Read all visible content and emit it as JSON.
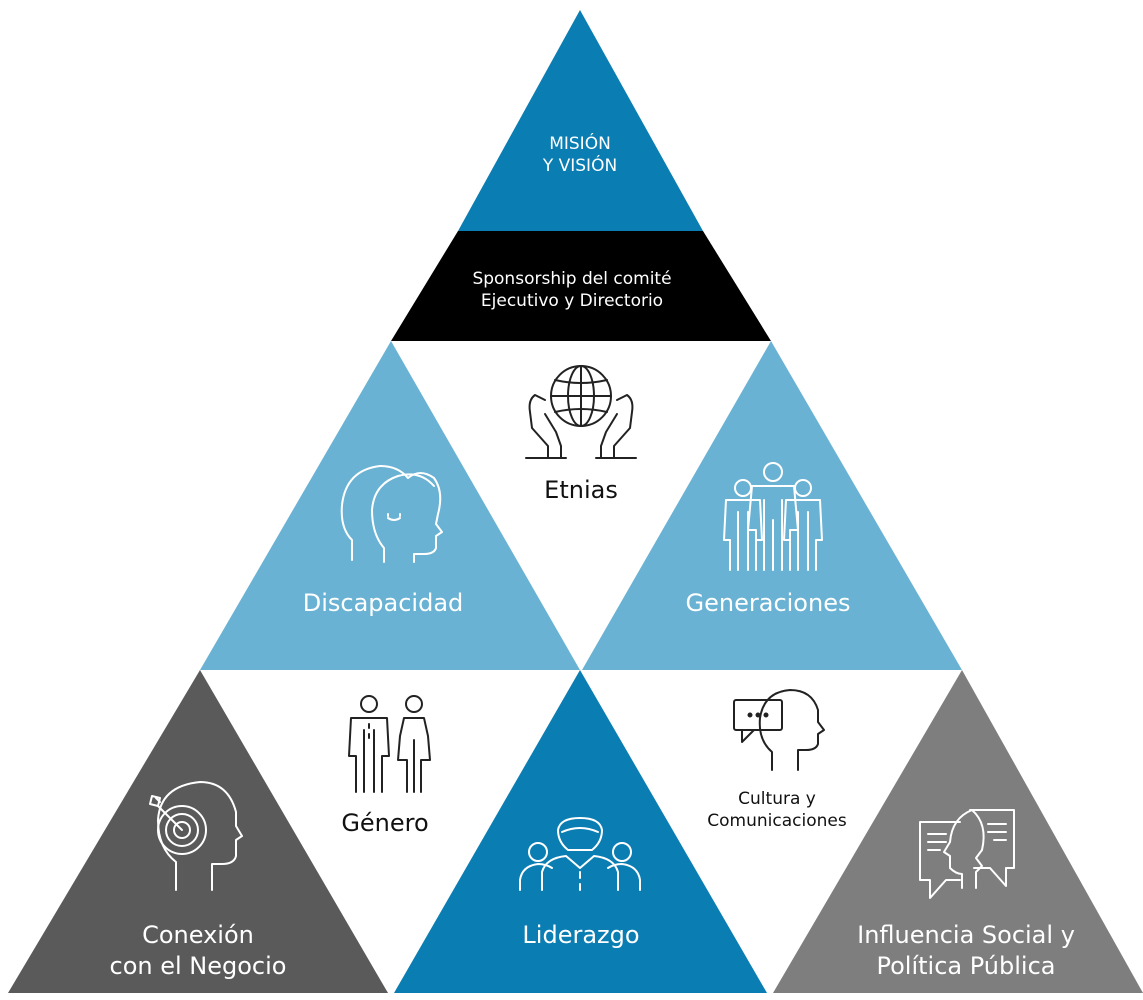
{
  "colors": {
    "dark_blue": "#0a7db2",
    "light_blue": "#69b2d3",
    "black": "#000000",
    "dark_gray": "#5a5a5a",
    "mid_gray": "#7e7e7e",
    "icon_line": "#222222"
  },
  "segments": {
    "mission": {
      "line1": "MISIÓN",
      "line2": "Y VISIÓN"
    },
    "sponsorship": {
      "line1": "Sponsorship del comité",
      "line2": "Ejecutivo y Directorio"
    },
    "ethnicities": {
      "label": "Etnias",
      "icon": "globe-in-hands-icon"
    },
    "disability": {
      "label": "Discapacidad",
      "icon": "overlapping-heads-icon"
    },
    "generations": {
      "label": "Generaciones",
      "icon": "three-people-icon"
    },
    "gender": {
      "label": "Género",
      "icon": "man-woman-icon"
    },
    "culture": {
      "line1": "Cultura y",
      "line2": "Comunicaciones",
      "icon": "head-speech-bubble-icon"
    },
    "business": {
      "line1": "Conexión",
      "line2": "con el Negocio",
      "icon": "head-target-icon"
    },
    "leadership": {
      "label": "Liderazgo",
      "icon": "leader-group-icon"
    },
    "social": {
      "line1": "Influencia Social y",
      "line2": "Política Pública",
      "icon": "faces-documents-icon"
    }
  }
}
